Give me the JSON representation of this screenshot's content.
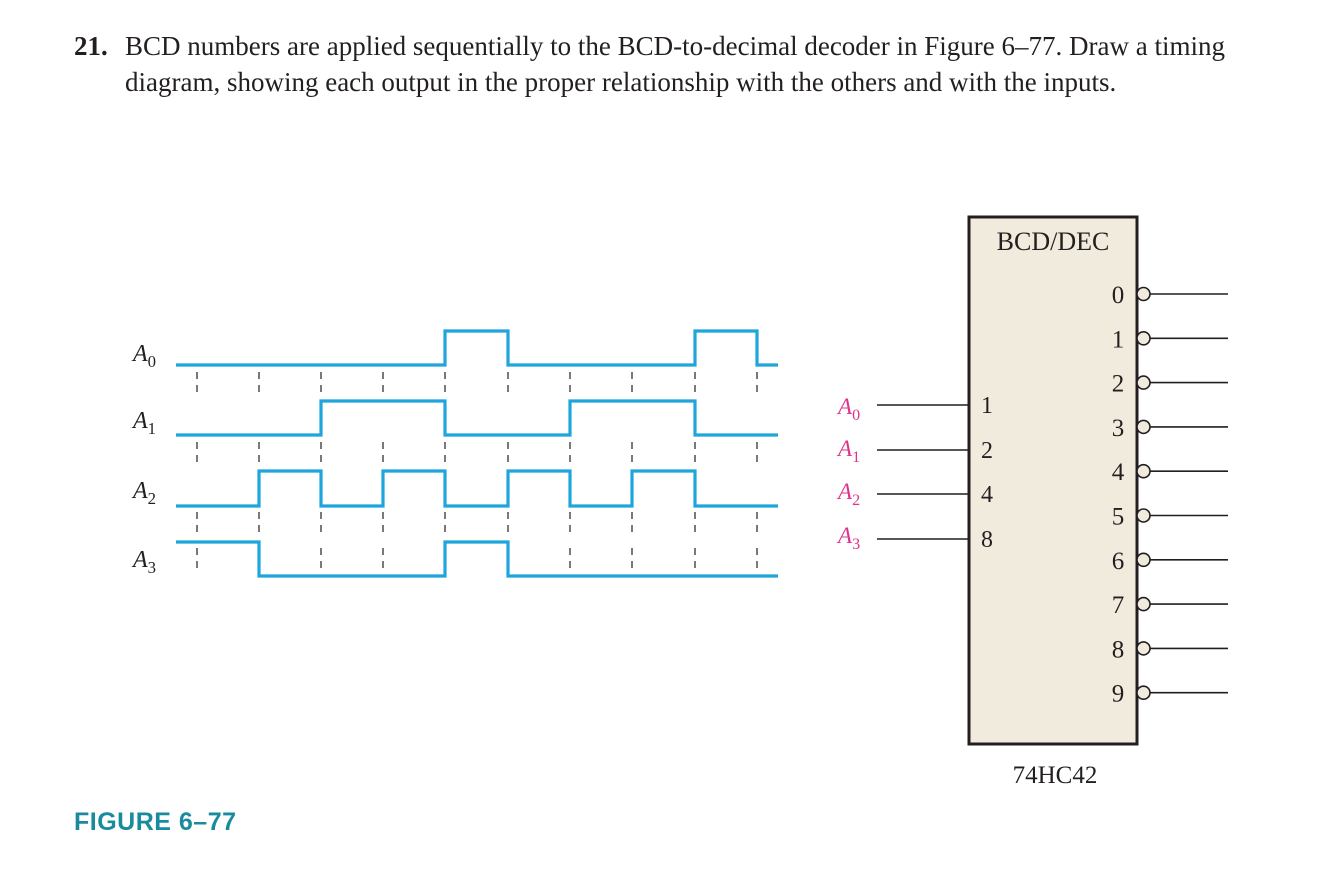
{
  "problem": {
    "number": "21.",
    "text": "BCD numbers are applied sequentially to the BCD-to-decimal decoder in Figure 6–77. Draw a timing diagram, showing each output in the proper relationship with the others and with the inputs."
  },
  "figure_label": "FIGURE 6–77",
  "timing": {
    "signals": [
      {
        "base": "A",
        "sub": "0",
        "levels": [
          0,
          0,
          0,
          0,
          1,
          0,
          0,
          0,
          1,
          0
        ]
      },
      {
        "base": "A",
        "sub": "1",
        "levels": [
          0,
          0,
          1,
          1,
          0,
          0,
          1,
          1,
          0,
          0
        ]
      },
      {
        "base": "A",
        "sub": "2",
        "levels": [
          0,
          1,
          0,
          1,
          0,
          1,
          0,
          1,
          0,
          0
        ]
      },
      {
        "base": "A",
        "sub": "3",
        "levels": [
          1,
          0,
          0,
          0,
          1,
          0,
          0,
          0,
          0,
          0
        ]
      }
    ]
  },
  "decoder": {
    "title": "BCD/DEC",
    "part": "74HC42",
    "inputs": [
      {
        "base": "A",
        "sub": "0",
        "pin": "1"
      },
      {
        "base": "A",
        "sub": "1",
        "pin": "2"
      },
      {
        "base": "A",
        "sub": "2",
        "pin": "4"
      },
      {
        "base": "A",
        "sub": "3",
        "pin": "8"
      }
    ],
    "outputs": [
      "0",
      "1",
      "2",
      "3",
      "4",
      "5",
      "6",
      "7",
      "8",
      "9"
    ]
  },
  "colors": {
    "waveform": "#1ea5dc",
    "input_label": "#e0338d",
    "ic_fill": "#f1ebde",
    "figure_label": "#1a8b9d",
    "line": "#231f20"
  }
}
